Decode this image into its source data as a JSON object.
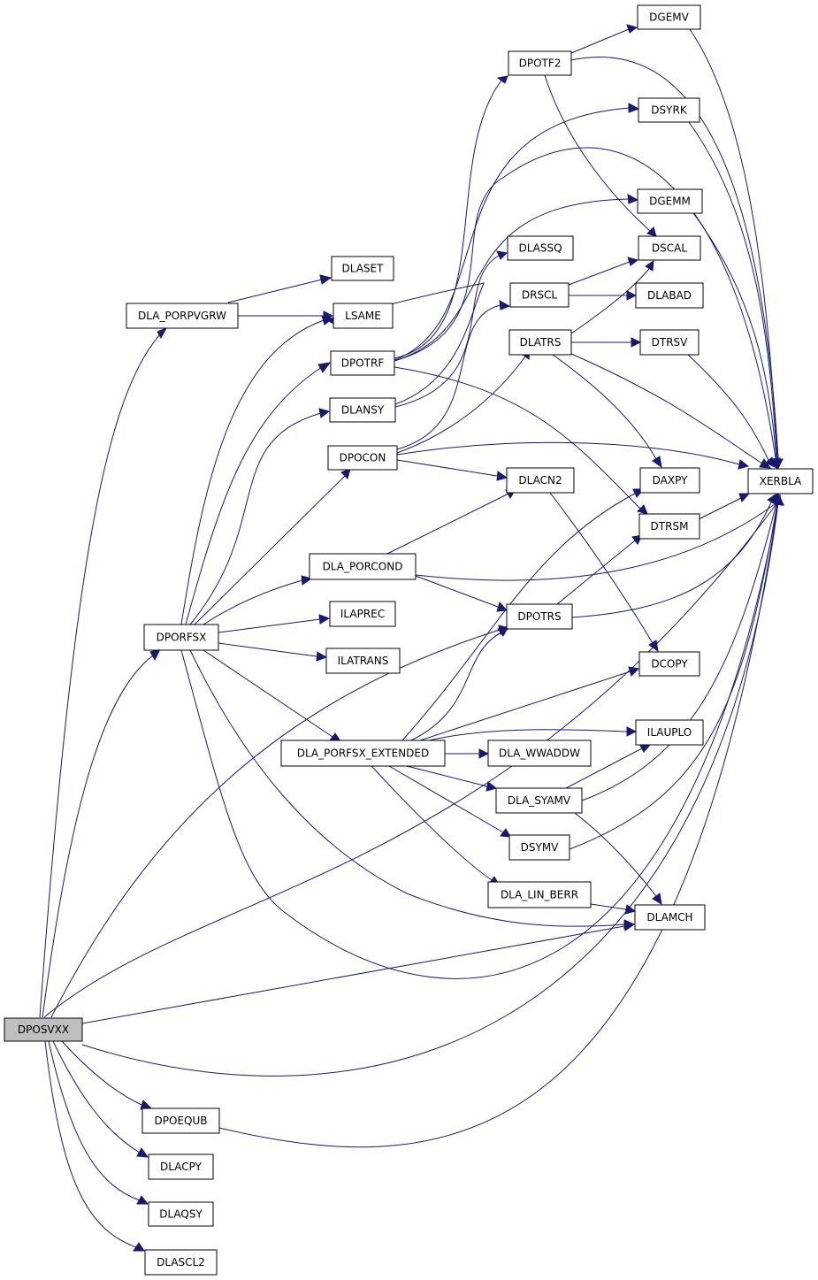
{
  "diagram": {
    "root": "DPOSVXX",
    "colors": {
      "edge": "#191970",
      "node_border": "#000000",
      "node_fill": "#ffffff",
      "root_fill": "#bfbfbf"
    },
    "nodes": {
      "dposvxx": "DPOSVXX",
      "dla_porpvgrw": "DLA_PORPVGRW",
      "dporfsx": "DPORFSX",
      "dpoequb": "DPOEQUB",
      "dlacpy": "DLACPY",
      "dlaqsy": "DLAQSY",
      "dlascl2": "DLASCL2",
      "dlaset": "DLASET",
      "lsame": "LSAME",
      "dpotrf": "DPOTRF",
      "dlansy": "DLANSY",
      "dpocon": "DPOCON",
      "dla_porcond": "DLA_PORCOND",
      "ilaprec": "ILAPREC",
      "ilatrans": "ILATRANS",
      "dla_porfsx_extended": "DLA_PORFSX_EXTENDED",
      "dpotf2": "DPOTF2",
      "dlassq": "DLASSQ",
      "drscl": "DRSCL",
      "dlatrs": "DLATRS",
      "dlacn2": "DLACN2",
      "dpotrs": "DPOTRS",
      "dla_wwaddw": "DLA_WWADDW",
      "dla_syamv": "DLA_SYAMV",
      "dsymv": "DSYMV",
      "dla_lin_berr": "DLA_LIN_BERR",
      "dgemv": "DGEMV",
      "dsyrk": "DSYRK",
      "dgemm": "DGEMM",
      "dscal": "DSCAL",
      "dlabad": "DLABAD",
      "dtrsv": "DTRSV",
      "daxpy": "DAXPY",
      "dtrsm": "DTRSM",
      "dcopy": "DCOPY",
      "ilauplo": "ILAUPLO",
      "dlamch": "DLAMCH",
      "xerbla": "XERBLA"
    }
  }
}
